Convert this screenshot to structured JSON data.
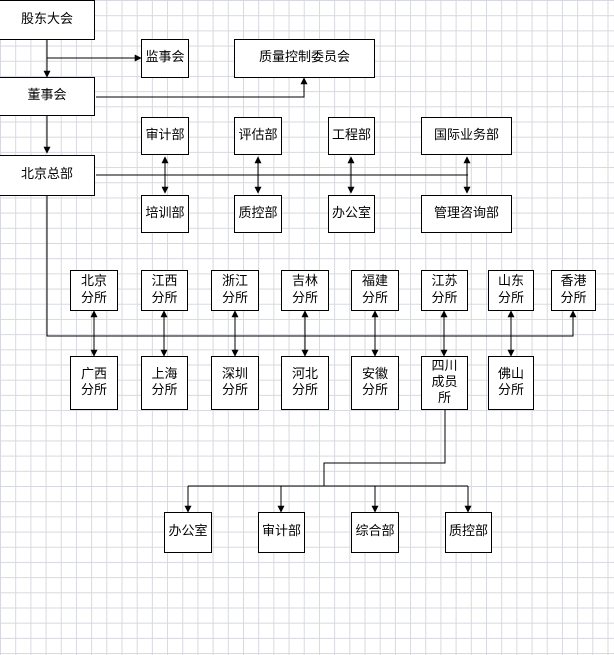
{
  "nodes": {
    "shareholders": "股东大会",
    "supervisors": "监事会",
    "quality_committee": "质量控制委员会",
    "board": "董事会",
    "audit_dept": "审计部",
    "evaluation_dept": "评估部",
    "engineering_dept": "工程部",
    "international_dept": "国际业务部",
    "beijing_hq": "北京总部",
    "training_dept": "培训部",
    "qc_dept": "质控部",
    "office": "办公室",
    "consulting_dept": "管理咨询部",
    "branch_beijing": "北京\n分所",
    "branch_jiangxi": "江西\n分所",
    "branch_zhejiang": "浙江\n分所",
    "branch_jilin": "吉林\n分所",
    "branch_fujian": "福建\n分所",
    "branch_jiangsu": "江苏\n分所",
    "branch_shandong": "山东\n分所",
    "branch_hongkong": "香港\n分所",
    "branch_guangxi": "广西\n分所",
    "branch_shanghai": "上海\n分所",
    "branch_shenzhen": "深圳\n分所",
    "branch_hebei": "河北\n分所",
    "branch_anhui": "安徽\n分所",
    "branch_sichuan": "四川\n成员\n所",
    "branch_foshan": "佛山\n分所",
    "sc_office": "办公室",
    "sc_audit": "审计部",
    "sc_general": "综合部",
    "sc_qc": "质控部"
  }
}
